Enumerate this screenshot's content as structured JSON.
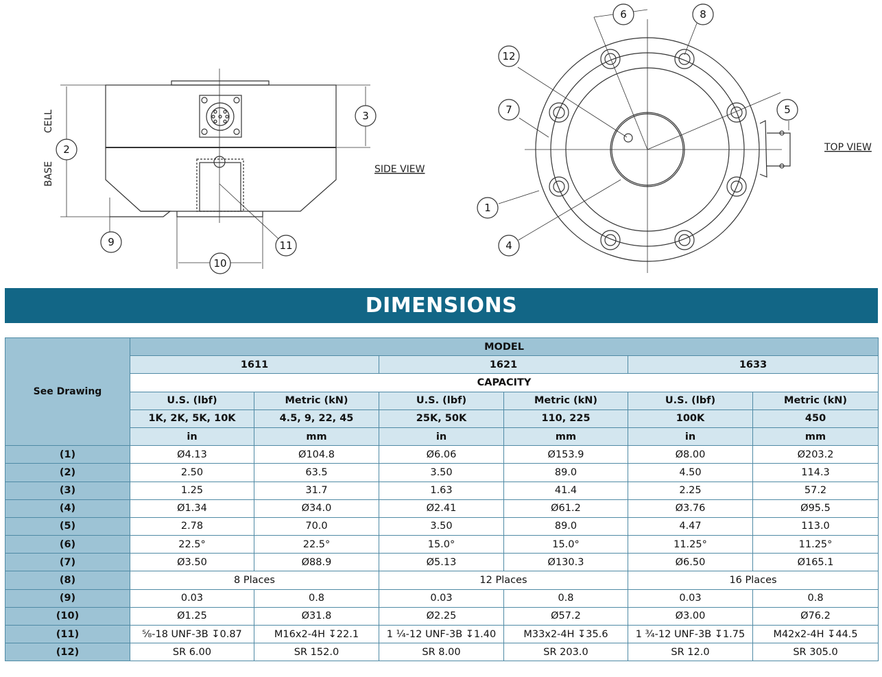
{
  "drawing": {
    "side_view_label": "SIDE VIEW",
    "top_view_label": "TOP VIEW",
    "cell_label": "CELL",
    "base_label": "BASE",
    "callouts": [
      "1",
      "2",
      "3",
      "4",
      "5",
      "6",
      "7",
      "8",
      "9",
      "10",
      "11",
      "12"
    ]
  },
  "banner": {
    "title": "DIMENSIONS"
  },
  "table": {
    "see_drawing": "See Drawing",
    "model_label": "MODEL",
    "capacity_label": "CAPACITY",
    "models": [
      "1611",
      "1621",
      "1633"
    ],
    "units_headers": [
      "U.S. (lbf)",
      "Metric (kN)",
      "U.S. (lbf)",
      "Metric (kN)",
      "U.S. (lbf)",
      "Metric (kN)"
    ],
    "capacities": [
      "1K, 2K, 5K, 10K",
      "4.5, 9, 22, 45",
      "25K, 50K",
      "110, 225",
      "100K",
      "450"
    ],
    "length_units": [
      "in",
      "mm",
      "in",
      "mm",
      "in",
      "mm"
    ],
    "rows": [
      {
        "label": "(1)",
        "cells": [
          "Ø4.13",
          "Ø104.8",
          "Ø6.06",
          "Ø153.9",
          "Ø8.00",
          "Ø203.2"
        ]
      },
      {
        "label": "(2)",
        "cells": [
          "2.50",
          "63.5",
          "3.50",
          "89.0",
          "4.50",
          "114.3"
        ]
      },
      {
        "label": "(3)",
        "cells": [
          "1.25",
          "31.7",
          "1.63",
          "41.4",
          "2.25",
          "57.2"
        ]
      },
      {
        "label": "(4)",
        "cells": [
          "Ø1.34",
          "Ø34.0",
          "Ø2.41",
          "Ø61.2",
          "Ø3.76",
          "Ø95.5"
        ]
      },
      {
        "label": "(5)",
        "cells": [
          "2.78",
          "70.0",
          "3.50",
          "89.0",
          "4.47",
          "113.0"
        ]
      },
      {
        "label": "(6)",
        "cells": [
          "22.5°",
          "22.5°",
          "15.0°",
          "15.0°",
          "11.25°",
          "11.25°"
        ]
      },
      {
        "label": "(7)",
        "cells": [
          "Ø3.50",
          "Ø88.9",
          "Ø5.13",
          "Ø130.3",
          "Ø6.50",
          "Ø165.1"
        ]
      },
      {
        "label": "(8)",
        "merged": [
          "8 Places",
          "12 Places",
          "16 Places"
        ]
      },
      {
        "label": "(9)",
        "cells": [
          "0.03",
          "0.8",
          "0.03",
          "0.8",
          "0.03",
          "0.8"
        ]
      },
      {
        "label": "(10)",
        "cells": [
          "Ø1.25",
          "Ø31.8",
          "Ø2.25",
          "Ø57.2",
          "Ø3.00",
          "Ø76.2"
        ]
      },
      {
        "label": "(11)",
        "cells": [
          "⅝-18 UNF-3B ↧0.87",
          "M16x2-4H ↧22.1",
          "1 ¼-12 UNF-3B ↧1.40",
          "M33x2-4H ↧35.6",
          "1 ¾-12 UNF-3B ↧1.75",
          "M42x2-4H ↧44.5"
        ]
      },
      {
        "label": "(12)",
        "cells": [
          "SR 6.00",
          "SR 152.0",
          "SR 8.00",
          "SR 203.0",
          "SR 12.0",
          "SR 305.0"
        ]
      }
    ]
  }
}
